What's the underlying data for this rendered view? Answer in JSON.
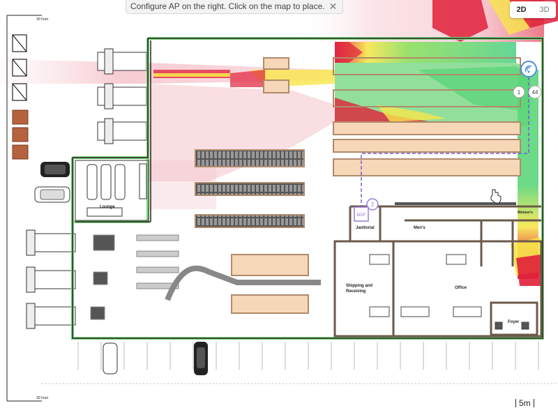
{
  "banner": {
    "message": "Configure AP on the right. Click on the map to place."
  },
  "view_toggle": {
    "options": [
      "2D",
      "3D"
    ],
    "active": "2D"
  },
  "scale_bar": {
    "label": "5m"
  },
  "ruler": {
    "top_label": "30 Feet",
    "bottom_label": "30 Feet"
  },
  "rooms": {
    "lounge": "Lounge",
    "janitorial": "Janitorial",
    "mens": "Men's",
    "womens": "Women's",
    "shipping": [
      "Shipping and",
      "Receiving"
    ],
    "office": "Office",
    "foyer": "Foyer"
  },
  "access_points": [
    {
      "id": "ap-1",
      "label": "1",
      "badge": "44"
    },
    {
      "id": "ap-2",
      "label": "2",
      "tag": "MDF"
    }
  ],
  "colors": {
    "heat_red": "#e0203a",
    "heat_yellow": "#f7e64a",
    "heat_green": "#5cd67a",
    "wall_brown": "#6b5a4a",
    "building_outline": "#7ed67a",
    "rack_fill": "#f6d7b7",
    "ap_blue": "#4a90e2",
    "mdf_purple": "#9a7bd6"
  }
}
